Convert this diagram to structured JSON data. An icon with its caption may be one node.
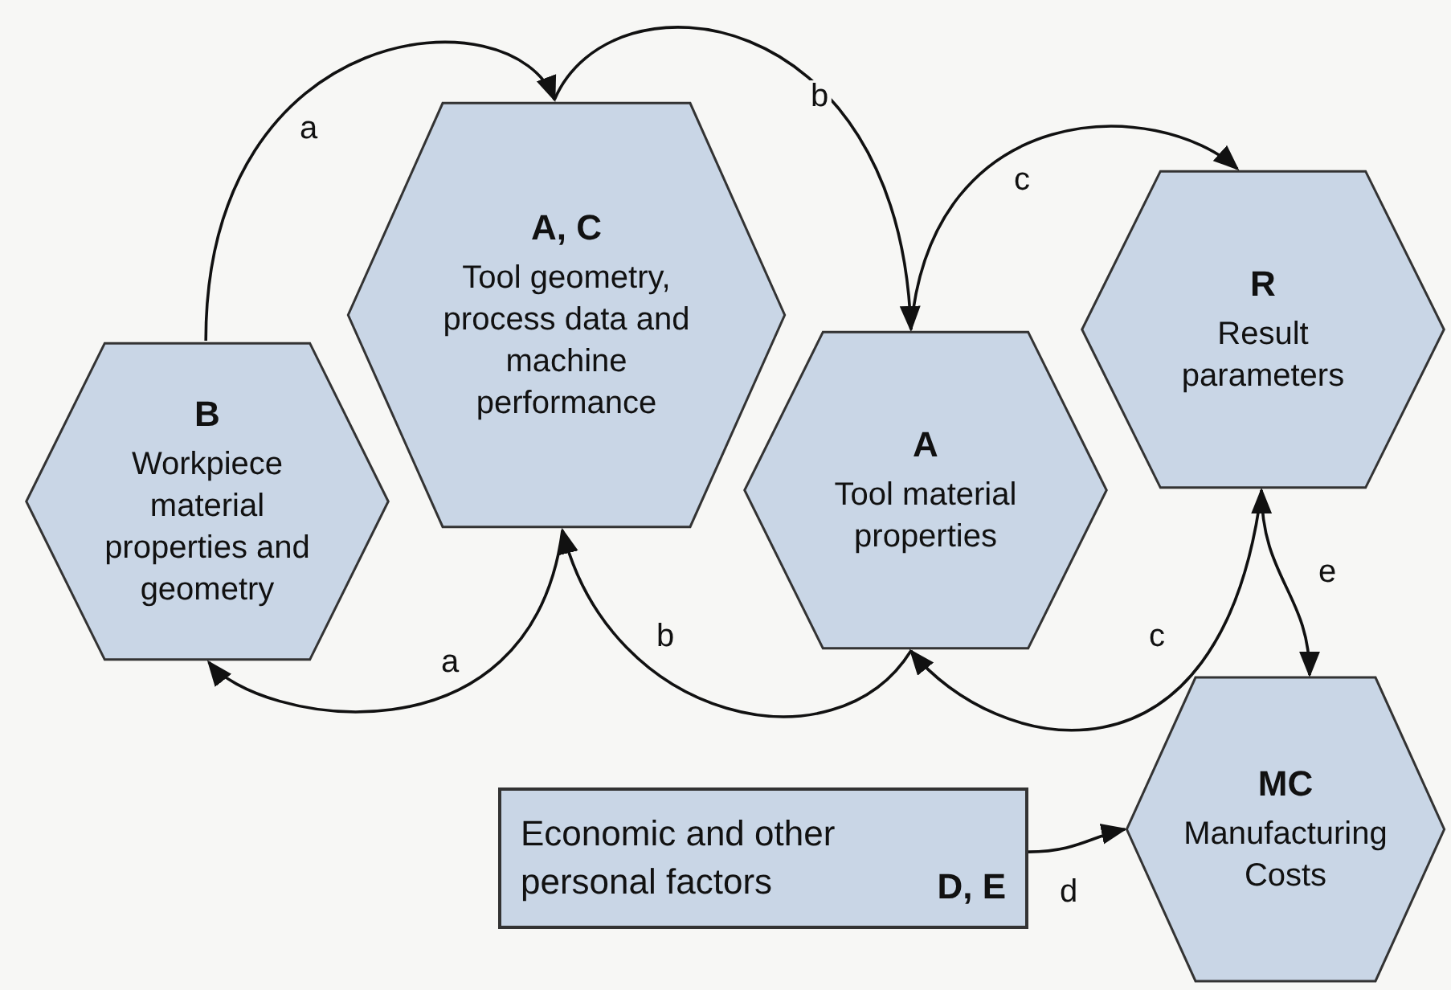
{
  "diagram": {
    "nodes": [
      {
        "text": [
          "B",
          "Workpiece material properties and geometry"
        ]
      },
      {
        "text": [
          "A, C",
          "Tool geometry, process data and machine performance"
        ]
      },
      {
        "text": [
          "A",
          "Tool material properties"
        ]
      },
      {
        "text": [
          "R",
          "Result parameters"
        ]
      },
      {
        "text": [
          "Economic and other personal factors",
          "D, E"
        ]
      },
      {
        "text": [
          "MC",
          "Manufacturing Costs"
        ]
      }
    ],
    "edges": [
      {
        "from": 0,
        "to": 1,
        "arrow": "to",
        "label": "a"
      },
      {
        "from": 1,
        "to": 2,
        "arrow": "to",
        "label": "b"
      },
      {
        "from": 2,
        "to": 3,
        "arrow": "to",
        "label": "c"
      },
      {
        "from": 1,
        "to": 0,
        "arrow": "to",
        "label": "a"
      },
      {
        "from": 2,
        "to": 1,
        "arrow": "to",
        "label": "b"
      },
      {
        "from": 3,
        "to": 2,
        "arrow": "to",
        "label": "c"
      },
      {
        "from": 3,
        "to": 5,
        "arrow": "both",
        "label": "e"
      },
      {
        "from": 4,
        "to": 5,
        "arrow": "to",
        "label": "d"
      }
    ]
  }
}
